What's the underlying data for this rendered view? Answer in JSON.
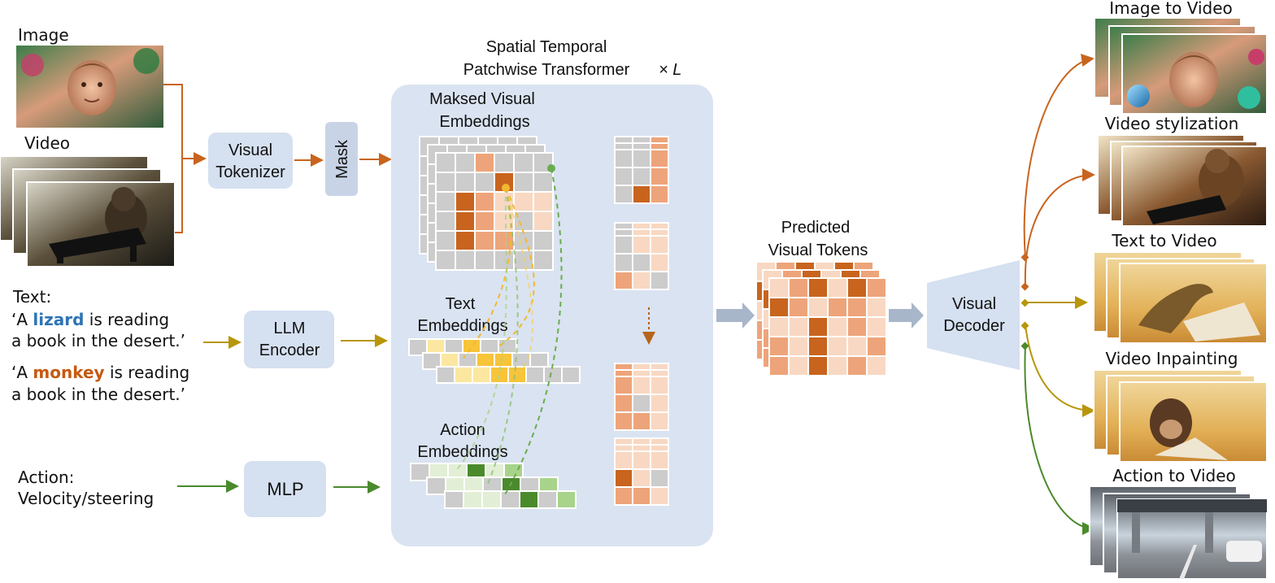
{
  "inputs": {
    "image_label": "Image",
    "video_label": "Video",
    "text_label": "Text:",
    "text_prompt_1": {
      "pre": "‘A ",
      "word": "lizard",
      "post": " is reading",
      "line2": "a book in the desert.’"
    },
    "text_prompt_2": {
      "pre": "‘A ",
      "word": "monkey",
      "post": " is reading",
      "line2": "a book in the desert.’"
    },
    "action_label": "Action:",
    "action_value": "Velocity/steering"
  },
  "modules": {
    "visual_tokenizer": [
      "Visual",
      "Tokenizer"
    ],
    "mask": "Mask",
    "llm_encoder": [
      "LLM",
      "Encoder"
    ],
    "mlp": "MLP",
    "visual_decoder": [
      "Visual",
      "Decoder"
    ]
  },
  "transformer": {
    "title_line1": "Spatial Temporal",
    "title_line2": "Patchwise Transformer",
    "repeat": "× L",
    "masked_visual_embeddings": [
      "Maksed Visual",
      "Embeddings"
    ],
    "text_embeddings": [
      "Text",
      "Embeddings"
    ],
    "action_embeddings": [
      "Action",
      "Embeddings"
    ]
  },
  "predicted": [
    "Predicted",
    "Visual Tokens"
  ],
  "outputs": [
    "Image to Video",
    "Video stylization",
    "Text to Video",
    "Video Inpainting",
    "Action to Video"
  ],
  "colors": {
    "orange": "#c8641e",
    "orange_mid": "#eea47a",
    "orange_light": "#f8d8c2",
    "gray_cell": "#cccccc",
    "panel": "#dae3f1",
    "module": "#d5e0f0",
    "olive": "#b8960a",
    "yellow": "#f7c43a",
    "green": "#4a8a2c",
    "green_light": "#a8d38a",
    "blue_word": "#2e74b5",
    "orange_word": "#c55a11"
  }
}
